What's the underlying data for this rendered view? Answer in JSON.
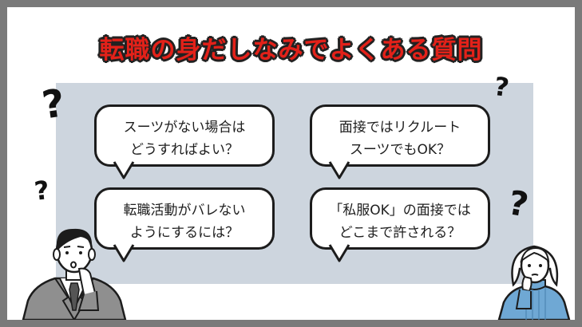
{
  "title": "転職の身だしなみでよくある質問",
  "questions": [
    {
      "line1": "スーツがない場合は",
      "line2": "どうすればよい？"
    },
    {
      "line1": "面接ではリクルート",
      "line2": "スーツでもOK？"
    },
    {
      "line1": "転職活動がバレない",
      "line2": "ようにするには？"
    },
    {
      "line1": "「私服OK」の面接では",
      "line2": "どこまで許される？"
    }
  ],
  "decorations": {
    "question_mark": "?",
    "icons": [
      "question-mark-icon",
      "businessman-illustration",
      "woman-illustration"
    ]
  },
  "colors": {
    "title": "#e32119",
    "panel": "#cdd5de",
    "outer_frame": "#7a7a7a"
  }
}
